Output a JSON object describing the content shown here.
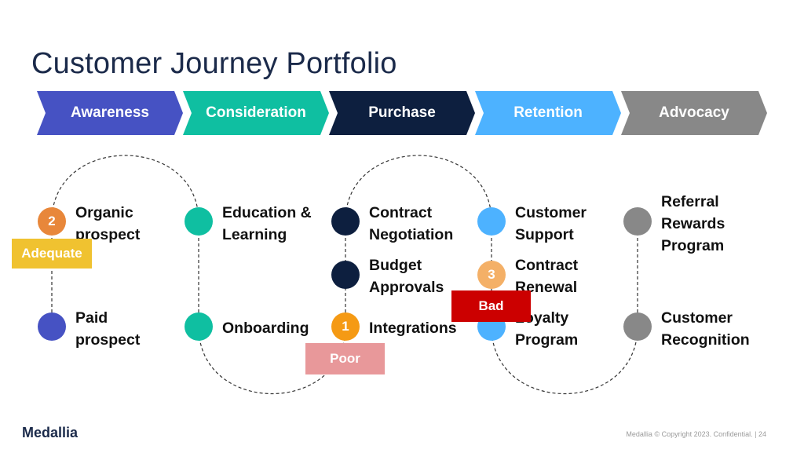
{
  "title": "Customer Journey Portfolio",
  "stages": [
    {
      "label": "Awareness",
      "color": "#4652c3"
    },
    {
      "label": "Consideration",
      "color": "#0fbfa1"
    },
    {
      "label": "Purchase",
      "color": "#0d1f3f"
    },
    {
      "label": "Retention",
      "color": "#4db2ff"
    },
    {
      "label": "Advocacy",
      "color": "#888888"
    }
  ],
  "items": {
    "organic": {
      "label": "Organic prospect",
      "color": "#e8873a"
    },
    "paid": {
      "label": "Paid prospect",
      "color": "#4652c3"
    },
    "education": {
      "label": "Education & Learning",
      "color": "#0fbfa1"
    },
    "onboarding": {
      "label": "Onboarding",
      "color": "#0fbfa1"
    },
    "contract_neg": {
      "label": "Contract Negotiation",
      "color": "#0d1f3f"
    },
    "budget": {
      "label": "Budget Approvals",
      "color": "#0d1f3f"
    },
    "integrations": {
      "label": "Integrations",
      "color": "#f59a14"
    },
    "support": {
      "label": "Customer Support",
      "color": "#4db2ff"
    },
    "renewal": {
      "label": "Contract Renewal",
      "color": "#f4b067"
    },
    "loyalty": {
      "label": "Loyalty Program",
      "color": "#4db2ff"
    },
    "referral": {
      "label": "Referral Rewards Program",
      "color": "#888888"
    },
    "recognition": {
      "label": "Customer Recognition",
      "color": "#888888"
    }
  },
  "badges": {
    "organic": "2",
    "integrations": "1",
    "renewal": "3"
  },
  "ratings": {
    "adequate": {
      "label": "Adequate",
      "color": "#f0c230"
    },
    "poor": {
      "label": "Poor",
      "color": "#e8989a"
    },
    "bad": {
      "label": "Bad",
      "color": "#cc0000"
    }
  },
  "logo": "Medallia",
  "footer": "Medallia © Copyright 2023. Confidential. | 24"
}
